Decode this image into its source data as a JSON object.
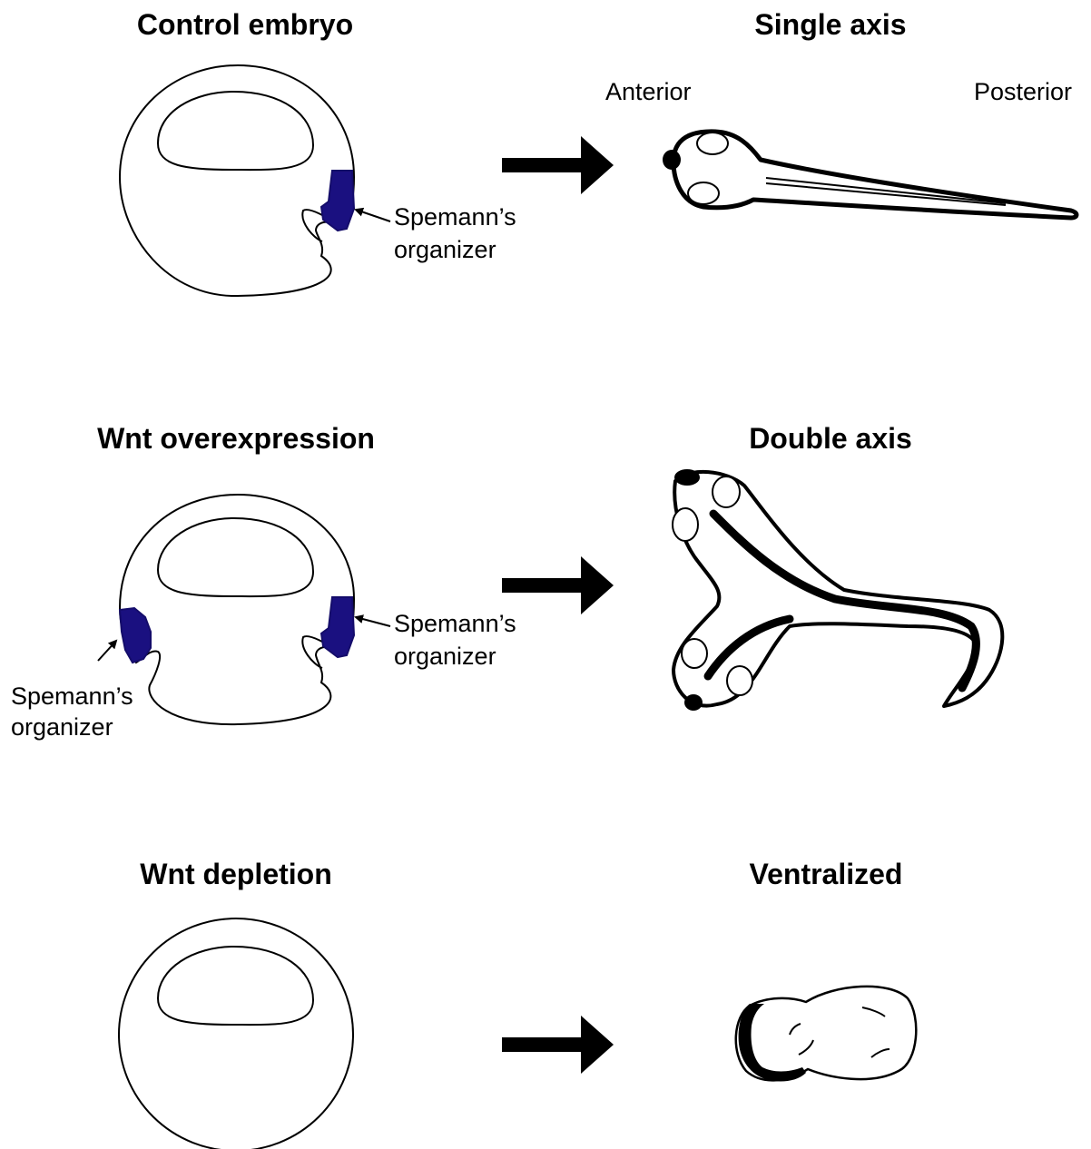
{
  "rows": [
    {
      "left_title": "Control embryo",
      "right_title": "Single axis",
      "labels": {
        "organizer_right": [
          "Spemann’s",
          "organizer"
        ],
        "anterior": "Anterior",
        "posterior": "Posterior"
      }
    },
    {
      "left_title": "Wnt overexpression",
      "right_title": "Double axis",
      "labels": {
        "organizer_right": [
          "Spemann’s",
          "organizer"
        ],
        "organizer_left": [
          "Spemann’s",
          "organizer"
        ]
      }
    },
    {
      "left_title": "Wnt depletion",
      "right_title": "Ventralized"
    }
  ],
  "colors": {
    "organizer": "#1a1080",
    "ink": "#000000"
  }
}
